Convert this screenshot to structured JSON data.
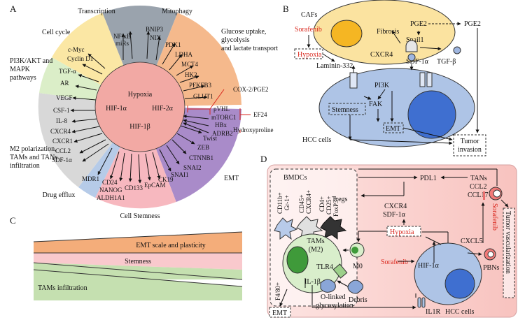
{
  "panel_letters": {
    "a": "A",
    "b": "B",
    "c": "C",
    "d": "D"
  },
  "panel_a": {
    "center": {
      "title": "Hypoxia",
      "hif1a": "HIF-1α",
      "hif2a": "HIF-2α",
      "hif1b": "HIF-1β"
    },
    "sectors": {
      "transcription": "Transcription",
      "mitophagy": "Mitophagy",
      "glucose_1": "Glucose uptake,",
      "glucose_2": "glycolysis",
      "glucose_3": "and lactate transport",
      "cell_cycle": "Cell cycle",
      "pi3k_1": "PI3K/AKT and",
      "pi3k_2": "MAPK",
      "pi3k_3": "pathways",
      "m2_1": "M2 polarization,",
      "m2_2": "TAMs and TANs",
      "m2_3": "infiltration",
      "drug_efflux": "Drug efflux",
      "cell_stemness": "Cell Stemness",
      "emt": "EMT"
    },
    "genes": {
      "nfkb": "NF-κB",
      "mirs": "miRs",
      "bnip3": "BNIP3",
      "nix": "NIX",
      "pdk1": "PDK1",
      "ldha": "LDHA",
      "mct4": "MCT4",
      "hk2": "HK2",
      "pfkfb3": "PFKFB3",
      "glut1": "GLUT1",
      "cmyc": "c-Myc",
      "cyclind1": "Cyclin D1",
      "tgfa": "TGF-α",
      "ar": "AR",
      "vegf": "VEGF",
      "csf1": "CSF-1",
      "il8": "IL-8",
      "cxcr4": "CXCR4",
      "cxcr1": "CXCR1",
      "ccl2": "CCL2",
      "sdf1a": "SDF-1α",
      "mdr1": "MDR1",
      "cd24": "CD24",
      "nanog": "NANOG",
      "aldh1a1": "ALDH1A1",
      "cd133": "CD133",
      "epcam": "EpCAM",
      "ck19": "CK19",
      "snai1": "SNAI1",
      "snai2": "SNAI2",
      "ctnnb1": "CTNNB1",
      "zeb": "ZEB",
      "twist": "Twist"
    },
    "regulators": {
      "cox2": "COX-2/PGE2",
      "pvhl": "pVHL",
      "mtorc1": "mTORC1",
      "hbx": "HBx",
      "adrb2": "ADRB2",
      "ef24": "EF24",
      "hydroxyproline": "Hydroxyproline"
    }
  },
  "panel_b": {
    "cafs": "CAFs",
    "sorafenib": "Sorafenib",
    "hypoxia": "Hypoxia",
    "fibrosis": "Fibrosis",
    "pge2_inner": "PGE2",
    "pge2_outer": "PGE2",
    "snail1": "Snail1",
    "cxcr4": "CXCR4",
    "laminin": "Laminin-332",
    "sdf1a": "SDF-1α",
    "tgfb": "TGF-β",
    "pi3k": "PI3K",
    "fak": "FAK",
    "stemness": "Stemness",
    "emt": "EMT",
    "hcc_cells": "HCC cells",
    "tumor_invasion_1": "Tumor",
    "tumor_invasion_2": "invasion"
  },
  "panel_c": {
    "emt_label": "EMT scale and plasticity",
    "stemness_label": "Stemness",
    "tams_label": "TAMs infiltration"
  },
  "panel_d": {
    "bmdcs": "BMDCs",
    "cd11b": "CD11b+",
    "gr1": "Gr-1+",
    "cd45": "CD45+",
    "cxcr4p": "CXCR4+",
    "tregs": "Tregs",
    "cd4": "CD4+",
    "cd25": "CD25+",
    "foxp3": "FoxP3+",
    "pdl1": "PDL1",
    "tans": "TANs",
    "ccl2": "CCL2",
    "ccl17": "CCL17",
    "sorafenib_v": "Sorafenib",
    "tumor_vasc": "Tumor vascularization",
    "cxcr4": "CXCR4",
    "sdf1a": "SDF-1α",
    "hypoxia": "Hypoxia",
    "cxcl5": "CXCL5",
    "pbns": "PBNs",
    "tams": "TAMs",
    "m2": "(M2)",
    "tlr4": "TLR4",
    "il1b": "IL-1β",
    "m0": "M0",
    "sorafenib": "Sorafenib",
    "hif1a": "HIF-1α",
    "f480": "F4/80+",
    "olinked_1": "O-linked",
    "olinked_2": "glycosylation",
    "debris": "Debris",
    "il1r": "IL1R",
    "hcc_cells": "HCC cells",
    "emt": "EMT"
  },
  "colors": {
    "transcription": "#9aa3ad",
    "mitophagy": "#9aa3ad",
    "glucose": "#f5b98c",
    "cell_cycle": "#fbe7a4",
    "pi3k": "#dbeec8",
    "m2": "#d8d8d8",
    "drug_efflux": "#b6cbe8",
    "stemness": "#f7b8bf",
    "emt": "#a98bc9",
    "center": "#f2a9a4",
    "cafs": "#fbe3a0",
    "hcc": "#aec4e6",
    "panel_d_bg": "#fbd4d1",
    "tam": "#d9eecb",
    "red_text": "#d9261c",
    "emt_band": "#f4ad7a",
    "stemness_band": "#f9c9cd",
    "tams_band": "#c5e0b0"
  }
}
